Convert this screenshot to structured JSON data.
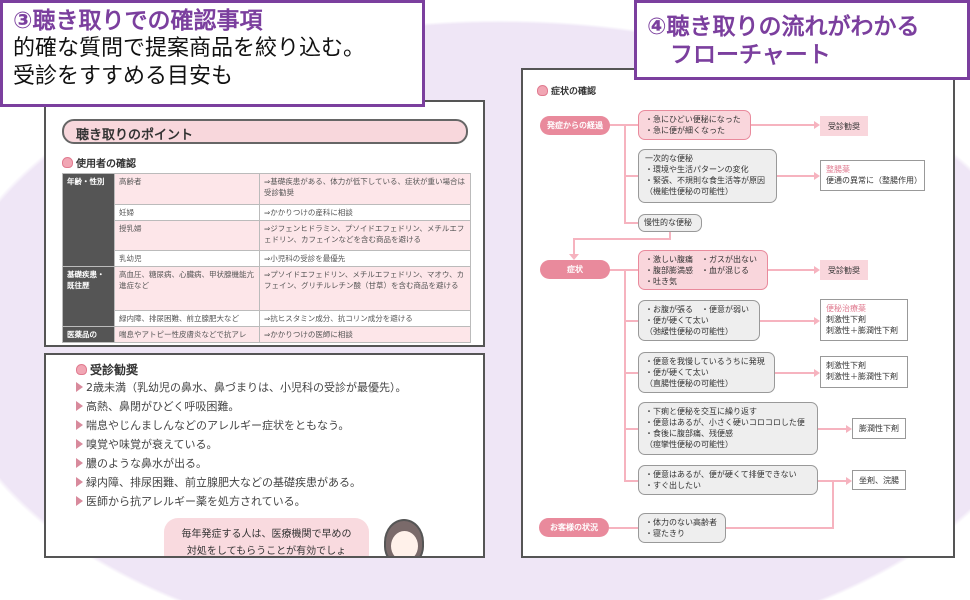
{
  "caption_left": {
    "title": "③聴き取りでの確認事項",
    "lines": [
      "的確な質問で提案商品を絞り込む。",
      "受診をすすめる目安も"
    ]
  },
  "caption_right": {
    "title_lines": [
      "④聴き取りの流れがわかる",
      "　フローチャート"
    ]
  },
  "points": {
    "heading": "聴き取りのポイント",
    "subheading": "使用者の確認",
    "rows": [
      {
        "group": "年齢・性別",
        "item": "高齢者",
        "advice": "⇒基礎疾患がある、体力が低下している、症状が重い場合は受診勧奨"
      },
      {
        "item": "妊婦",
        "advice": "⇒かかりつけの産科に相談"
      },
      {
        "item": "授乳婦",
        "advice": "⇒ジフェンヒドラミン、プソイドエフェドリン、メチルエフェドリン、カフェインなどを含む商品を避ける"
      },
      {
        "item": "乳幼児",
        "advice": "⇒小児科の受診を最優先"
      },
      {
        "group": "基礎疾患・既往歴",
        "item": "高血圧、糖尿病、心臓病、甲状腺機能亢進症など",
        "advice": "⇒プソイドエフェドリン、メチルエフェドリン、マオウ、カフェイン、グリチルレチン酸（甘草）を含む商品を避ける"
      },
      {
        "item": "緑内障、排尿困難、前立腺肥大など",
        "advice": "⇒抗ヒスタミン成分、抗コリン成分を避ける"
      },
      {
        "group": "医薬品の",
        "item": "喘息やアトピー性皮膚炎などで抗アレ",
        "advice": "⇒かかりつけの医師に相談"
      }
    ]
  },
  "referral": {
    "heading": "受診勧奨",
    "items": [
      "2歳未満（乳幼児の鼻水、鼻づまりは、小児科の受診が最優先）。",
      "高熱、鼻閉がひどく呼吸困難。",
      "喘息やじんましんなどのアレルギー症状をともなう。",
      "嗅覚や味覚が衰えている。",
      "膿のような鼻水が出る。",
      "緑内障、排尿困難、前立腺肥大などの基礎疾患がある。",
      "医師から抗アレルギー薬を処方されている。"
    ],
    "bubble": "毎年発症する人は、医療機関で早めの対処をしてもらうことが有効でしょ"
  },
  "flow": {
    "heading": "症状の確認",
    "pills": [
      "発症からの経過",
      "症状",
      "お客様の状況"
    ],
    "boxes": [
      "・急にひどい便秘になった\n・急に便が細くなった",
      "一次的な便秘\n・環境や生活パターンの変化\n・緊張、不規則な食生活等が原因\n（機能性便秘の可能性）",
      "慢性的な便秘",
      "・激しい腹痛　・ガスが出ない\n・腹部膨満感　・血が混じる\n・吐き気",
      "・お腹が張る　・便意が弱い\n・便が硬くて太い\n（弛緩性便秘の可能性）",
      "・便意を我慢しているうちに発現\n・便が硬くて太い\n（直腸性便秘の可能性）",
      "・下痢と便秘を交互に繰り返す\n・便意はあるが、小さく硬いコロコロした便\n・食後に腹部痛、残便感\n（痙攣性便秘の可能性）",
      "・便意はあるが、便が硬くて排便できない\n・すぐ出したい",
      "・体力のない高齢者\n・寝たきり"
    ],
    "results": [
      {
        "title": "",
        "body": "受診勧奨"
      },
      {
        "title": "整腸薬",
        "body": "便通の異常に（整腸作用）"
      },
      {
        "title": "",
        "body": "受診勧奨"
      },
      {
        "title": "便秘治療薬",
        "body": "刺激性下剤\n刺激性＋膨潤性下剤"
      },
      {
        "title": "",
        "body": "刺激性下剤\n刺激性＋膨潤性下剤"
      },
      {
        "title": "",
        "body": "膨潤性下剤"
      },
      {
        "title": "",
        "body": "坐剤、浣腸"
      }
    ]
  },
  "colors": {
    "accent": "#7b3f9e",
    "pink": "#e98a9c",
    "pink_light": "#f9d6dc",
    "lavender": "#efe6f6"
  }
}
